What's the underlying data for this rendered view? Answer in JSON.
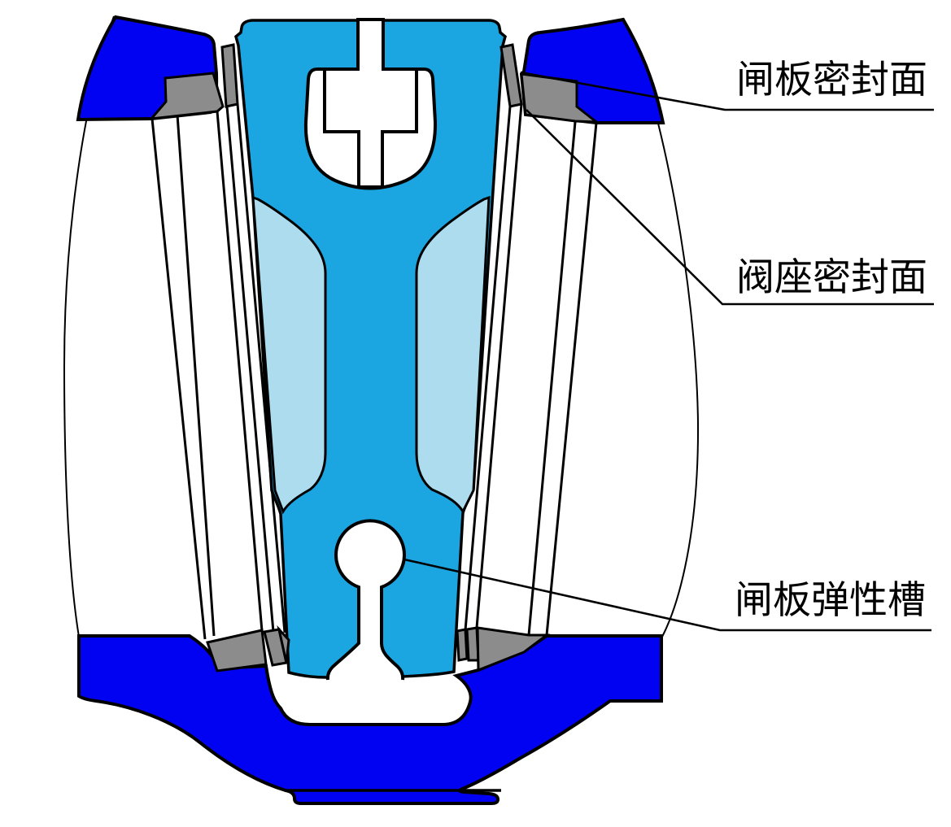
{
  "diagram": {
    "type": "gate-valve-cross-section",
    "labels": {
      "gate_sealing_surface": "闸板密封面",
      "seat_sealing_surface": "阀座密封面",
      "gate_elastic_groove": "闸板弹性槽"
    },
    "parts": [
      {
        "name": "valve-body",
        "color_key": "valve_body"
      },
      {
        "name": "gate-plate",
        "color_key": "gate_plate"
      },
      {
        "name": "gate-recess-web",
        "color_key": "gate_recess"
      },
      {
        "name": "seat-ring",
        "color_key": "seat_ring"
      },
      {
        "name": "stem-tee-slot",
        "color_key": "white"
      },
      {
        "name": "elastic-groove",
        "color_key": "white"
      }
    ],
    "colors": {
      "valve_body": "#0202F2",
      "gate_plate": "#1BA6E2",
      "gate_recess": "#ACDCEE",
      "seat_ring": "#8C8C8C",
      "outline": "#000000",
      "background": "#FFFFFF"
    }
  }
}
